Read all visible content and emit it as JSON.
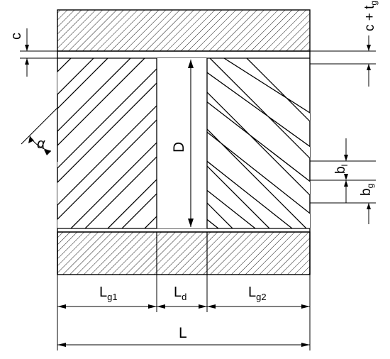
{
  "labels": {
    "c": "c",
    "c_tg_main": "c + t",
    "c_tg_sub": "g",
    "alpha": "α",
    "D": "D",
    "b_main": "b",
    "b_sub": "l",
    "bg_main": "b",
    "bg_sub": "g",
    "Lg1_main": "L",
    "Lg1_sub": "g1",
    "Ld_main": "L",
    "Ld_sub": "d",
    "Lg2_main": "L",
    "Lg2_sub": "g2",
    "L": "L"
  },
  "colors": {
    "ink": "#000000",
    "paper": "#ffffff"
  }
}
